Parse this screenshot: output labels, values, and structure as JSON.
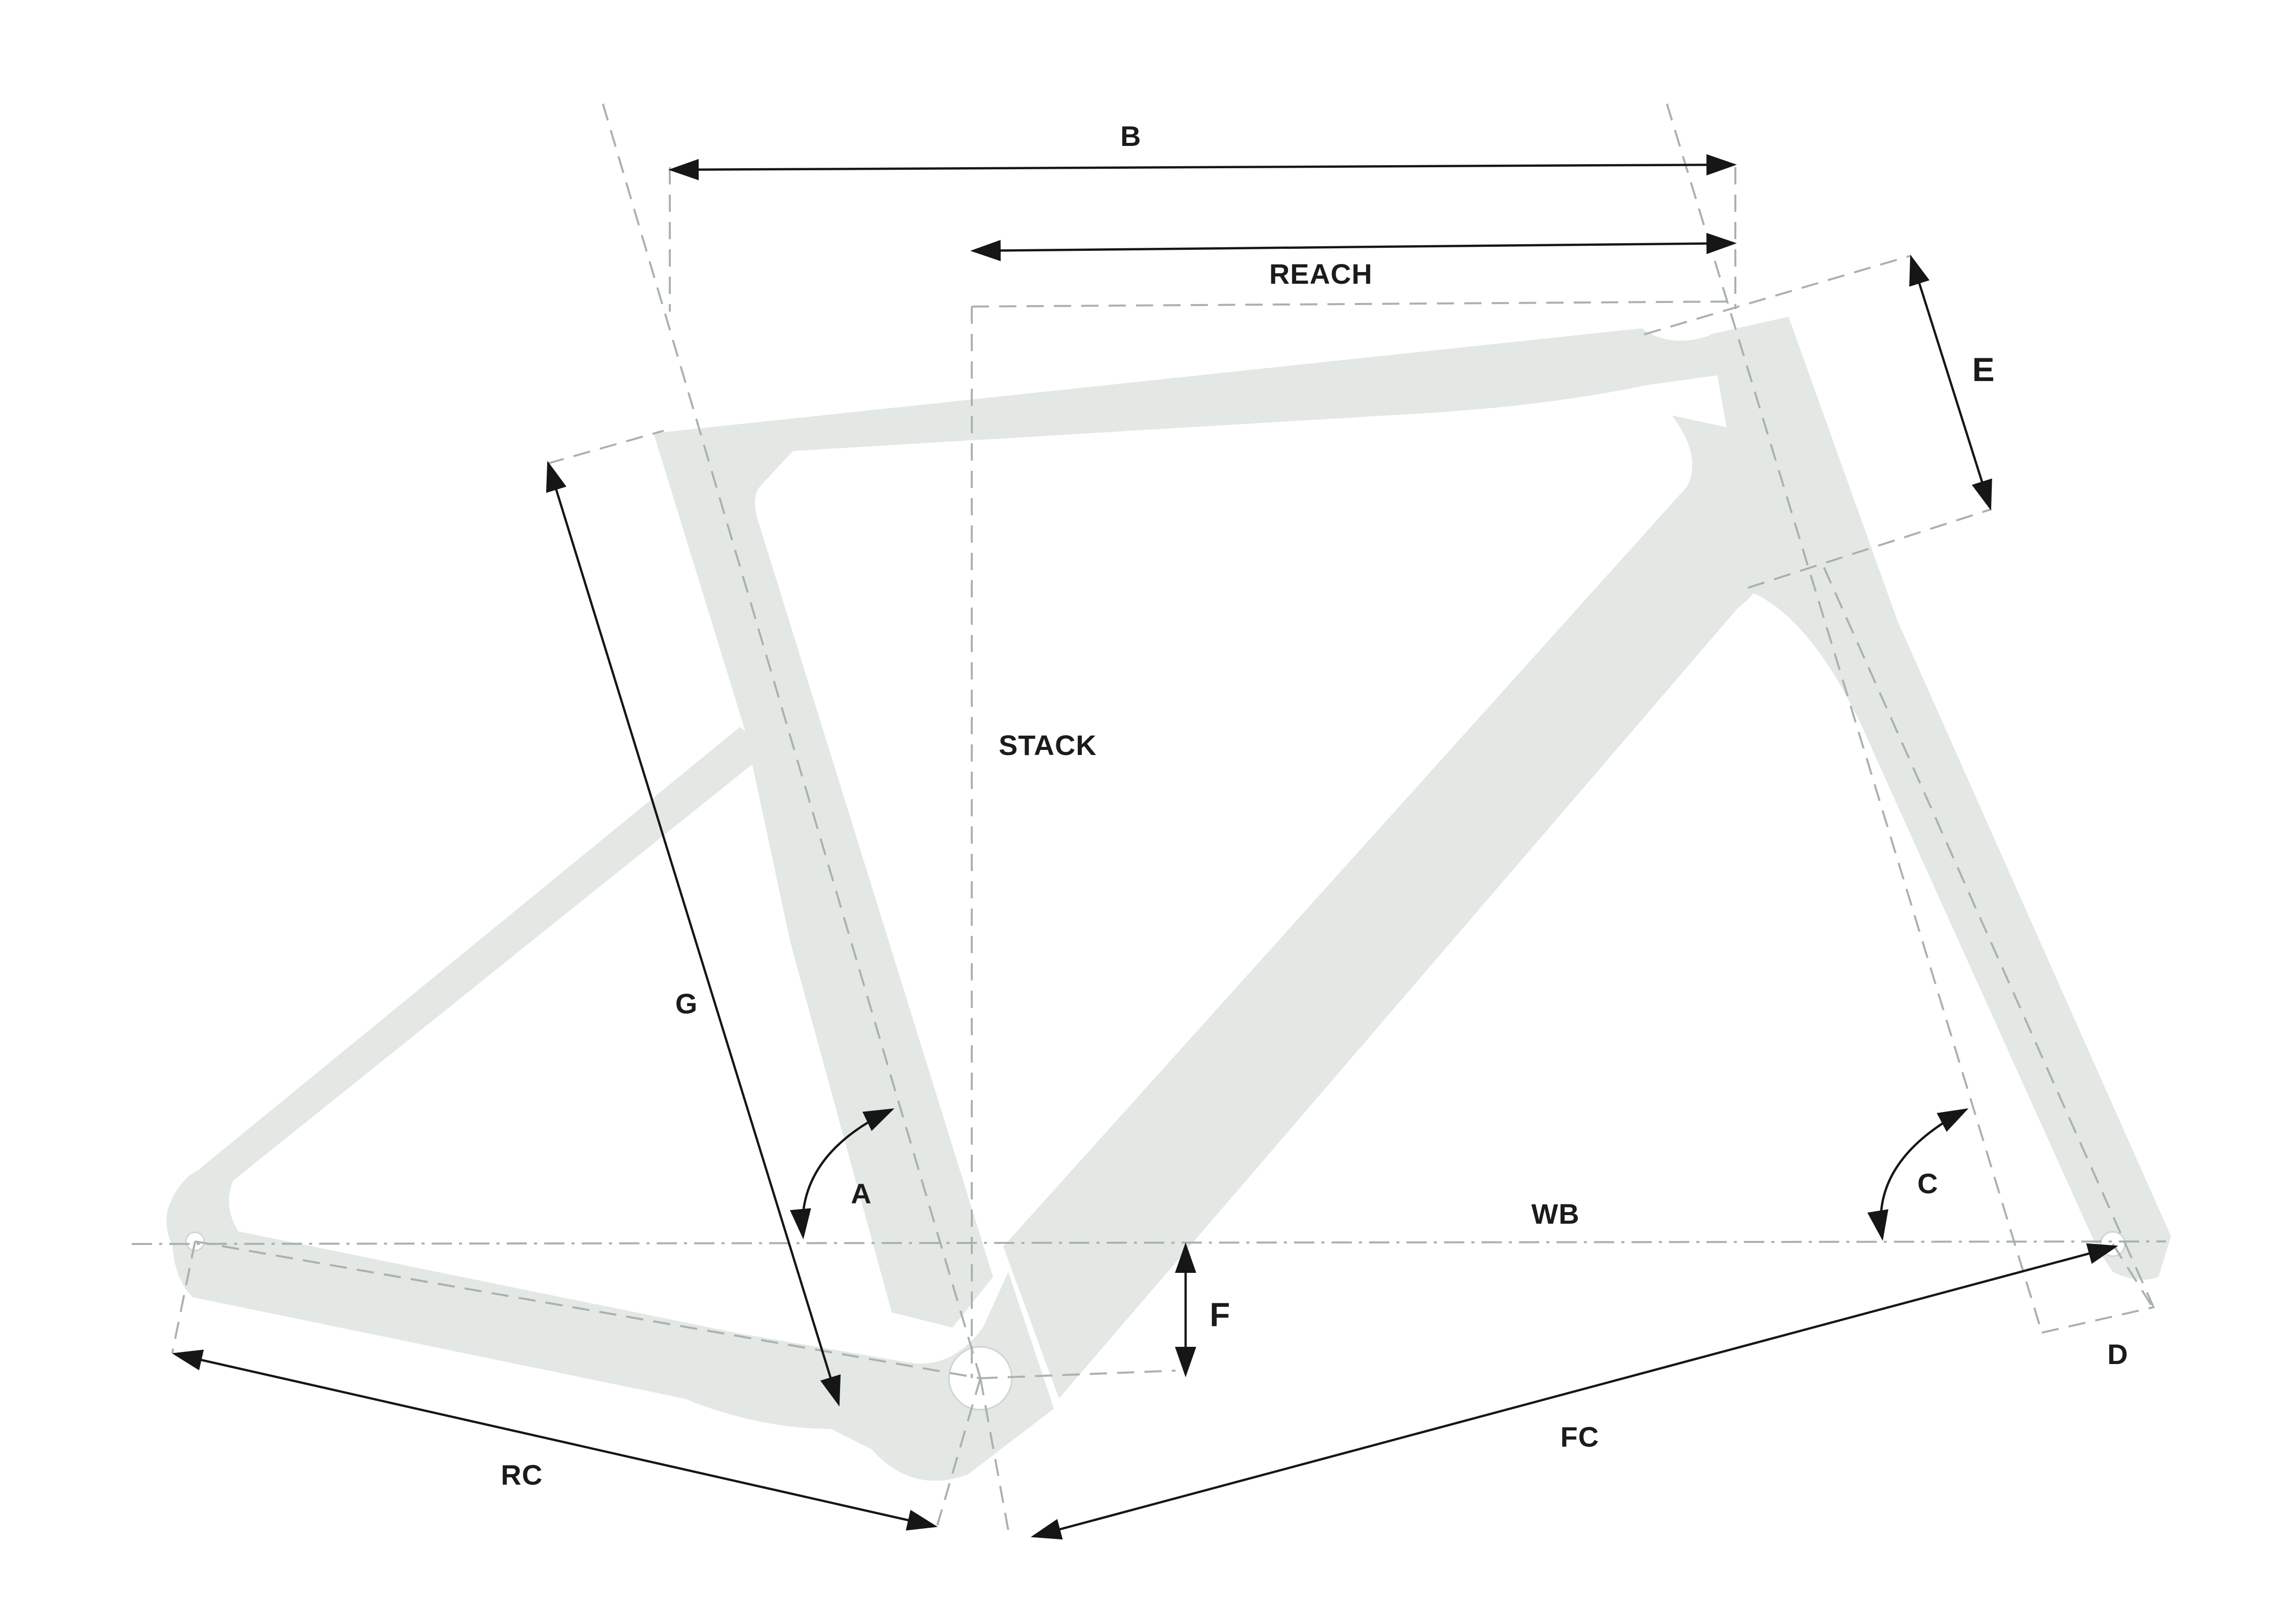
{
  "diagram": {
    "labels": {
      "b": "B",
      "reach": "REACH",
      "e": "E",
      "stack": "STACK",
      "g": "G",
      "a": "A",
      "c": "C",
      "wb": "WB",
      "f": "F",
      "d": "D",
      "rc": "RC",
      "fc": "FC"
    },
    "colors": {
      "frame": "#e3e8e4",
      "construction_lines": "#a9b2ae",
      "dimension_lines": "#161616",
      "labels": "#1b1b1b",
      "background": "#ffffff"
    }
  }
}
